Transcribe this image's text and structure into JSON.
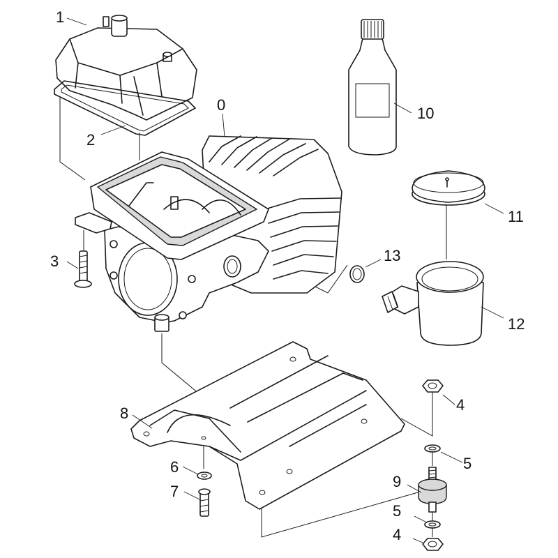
{
  "callouts": {
    "c0": "0",
    "c1": "1",
    "c2": "2",
    "c3": "3",
    "c4a": "4",
    "c4b": "4",
    "c5a": "5",
    "c5b": "5",
    "c6": "6",
    "c7": "7",
    "c8": "8",
    "c9": "9",
    "c10": "10",
    "c11": "11",
    "c12": "12",
    "c13": "13"
  },
  "colors": {
    "line": "#1a1a1a",
    "shade": "#d9d9d9",
    "background": "#ffffff"
  }
}
